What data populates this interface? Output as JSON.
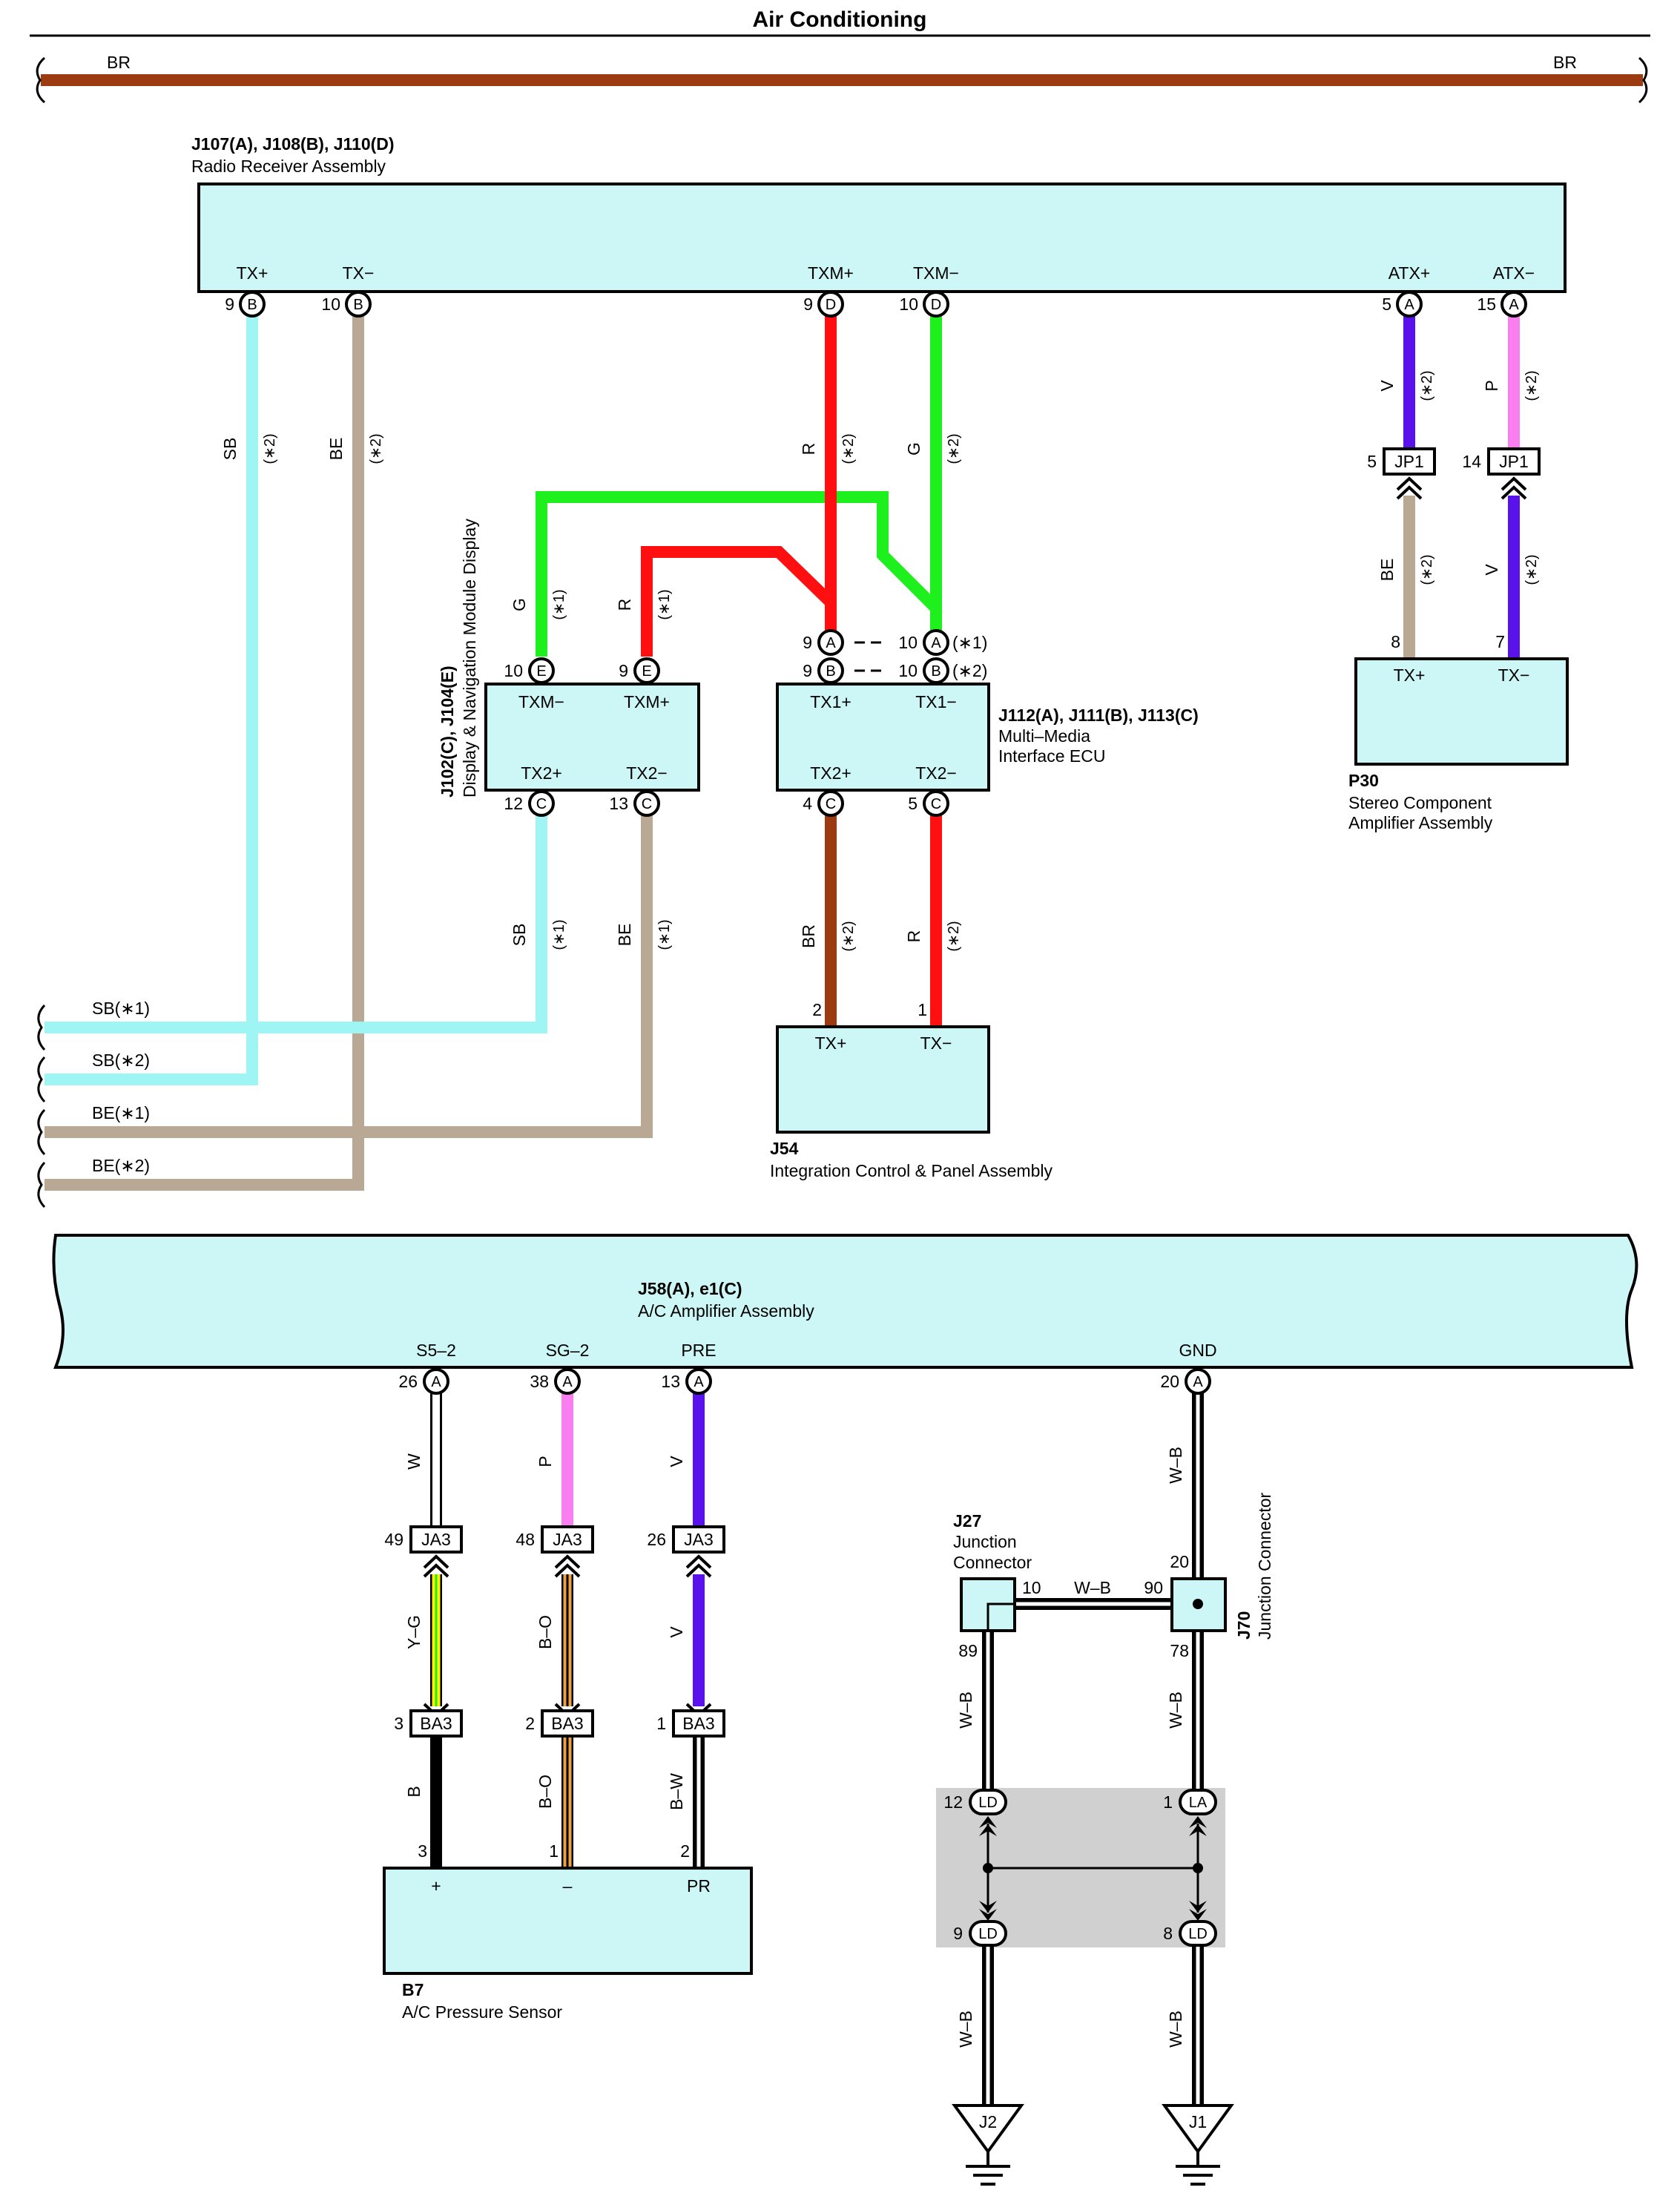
{
  "title": "Air Conditioning",
  "top_bus": {
    "left_label": "BR",
    "right_label": "BR"
  },
  "radio": {
    "id": "J107(A), J108(B), J110(D)",
    "name": "Radio Receiver Assembly",
    "pins": {
      "txp": {
        "label": "TX+",
        "num": "9",
        "conn": "B"
      },
      "txm": {
        "label": "TX−",
        "num": "10",
        "conn": "B"
      },
      "txmp": {
        "label": "TXM+",
        "num": "9",
        "conn": "D"
      },
      "txmm": {
        "label": "TXM−",
        "num": "10",
        "conn": "D"
      },
      "atxp": {
        "label": "ATX+",
        "num": "5",
        "conn": "A"
      },
      "atxm": {
        "label": "ATX−",
        "num": "15",
        "conn": "A"
      }
    }
  },
  "display": {
    "id": "J102(C), J104(E)",
    "name": "Display & Navigation Module Display",
    "pins": {
      "txmm": {
        "label": "TXM−",
        "num": "10",
        "conn": "E"
      },
      "txmp": {
        "label": "TXM+",
        "num": "9",
        "conn": "E"
      },
      "tx2p": {
        "label": "TX2+",
        "num": "12",
        "conn": "C"
      },
      "tx2m": {
        "label": "TX2−",
        "num": "13",
        "conn": "C"
      }
    }
  },
  "mmi": {
    "id": "J112(A), J111(B), J113(C)",
    "name_line1": "Multi–Media",
    "name_line2": "Interface ECU",
    "pins": {
      "a9": {
        "num": "9",
        "conn": "A"
      },
      "a10": {
        "num": "10",
        "conn": "A",
        "note": "(∗1)"
      },
      "b9": {
        "num": "9",
        "conn": "B"
      },
      "b10": {
        "num": "10",
        "conn": "B",
        "note": "(∗2)"
      },
      "tx1p": {
        "label": "TX1+"
      },
      "tx1m": {
        "label": "TX1−"
      },
      "tx2p": {
        "label": "TX2+",
        "num": "4",
        "conn": "C"
      },
      "tx2m": {
        "label": "TX2−",
        "num": "5",
        "conn": "C"
      }
    }
  },
  "amp": {
    "id": "P30",
    "name_line1": "Stereo Component",
    "name_line2": "Amplifier Assembly",
    "pins": {
      "txp": {
        "label": "TX+",
        "num": "8"
      },
      "txm": {
        "label": "TX−",
        "num": "7"
      }
    }
  },
  "jp1": {
    "label": "JP1",
    "pin_left": "5",
    "pin_right": "14"
  },
  "panel": {
    "id": "J54",
    "name": "Integration Control & Panel Assembly",
    "pins": {
      "txp": {
        "label": "TX+",
        "num": "2"
      },
      "txm": {
        "label": "TX−",
        "num": "1"
      }
    }
  },
  "left_bus": [
    {
      "label": "SB(∗1)"
    },
    {
      "label": "SB(∗2)"
    },
    {
      "label": "BE(∗1)"
    },
    {
      "label": "BE(∗2)"
    }
  ],
  "wires": {
    "sb2": {
      "color": "SB",
      "note": "(∗2)"
    },
    "be2": {
      "color": "BE",
      "note": "(∗2)"
    },
    "r2": {
      "color": "R",
      "note": "(∗2)"
    },
    "g2": {
      "color": "G",
      "note": "(∗2)"
    },
    "v2": {
      "color": "V",
      "note": "(∗2)"
    },
    "p2": {
      "color": "P",
      "note": "(∗2)"
    },
    "be2b": {
      "color": "BE",
      "note": "(∗2)"
    },
    "v2b": {
      "color": "V",
      "note": "(∗2)"
    },
    "g1": {
      "color": "G",
      "note": "(∗1)"
    },
    "r1": {
      "color": "R",
      "note": "(∗1)"
    },
    "sb1": {
      "color": "SB",
      "note": "(∗1)"
    },
    "be1": {
      "color": "BE",
      "note": "(∗1)"
    },
    "br2": {
      "color": "BR",
      "note": "(∗2)"
    },
    "r2b": {
      "color": "R",
      "note": "(∗2)"
    },
    "w": {
      "color": "W"
    },
    "p": {
      "color": "P"
    },
    "v": {
      "color": "V"
    },
    "yg": {
      "color": "Y–G"
    },
    "bo": {
      "color": "B–O"
    },
    "v_b": {
      "color": "V"
    },
    "b": {
      "color": "B"
    },
    "bo_b": {
      "color": "B–O"
    },
    "bw": {
      "color": "B–W"
    },
    "wb_top": {
      "color": "W–B"
    },
    "wb_h": {
      "color": "W–B"
    },
    "wb_l": {
      "color": "W–B"
    },
    "wb_r": {
      "color": "W–B"
    },
    "wb_l2": {
      "color": "W–B"
    },
    "wb_r2": {
      "color": "W–B"
    }
  },
  "ac_amp": {
    "id": "J58(A), e1(C)",
    "name": "A/C Amplifier Assembly",
    "pins": {
      "s52": {
        "label": "S5–2",
        "num": "26",
        "conn": "A"
      },
      "sg2": {
        "label": "SG–2",
        "num": "38",
        "conn": "A"
      },
      "pre": {
        "label": "PRE",
        "num": "13",
        "conn": "A"
      },
      "gnd": {
        "label": "GND",
        "num": "20",
        "conn": "A"
      }
    }
  },
  "ja3": {
    "label": "JA3",
    "pins": [
      "49",
      "48",
      "26"
    ]
  },
  "ba3": {
    "label": "BA3",
    "pins": [
      "3",
      "2",
      "1"
    ]
  },
  "sensor": {
    "id": "B7",
    "name": "A/C Pressure Sensor",
    "pins": {
      "plus": {
        "label": "+",
        "num": "3"
      },
      "minus": {
        "label": "–",
        "num": "1"
      },
      "pr": {
        "label": "PR",
        "num": "2"
      }
    }
  },
  "j27": {
    "id": "J27",
    "name_line1": "Junction",
    "name_line2": "Connector",
    "pin_top": "10",
    "pin_bottom": "89"
  },
  "j70": {
    "id": "J70",
    "name": "Junction Connector",
    "pin_top": "20",
    "pin_left": "90",
    "pin_bottom": "78"
  },
  "ld_block": {
    "tl": {
      "num": "12",
      "conn": "LD"
    },
    "tr": {
      "num": "1",
      "conn": "LA"
    },
    "bl": {
      "num": "9",
      "conn": "LD"
    },
    "br": {
      "num": "8",
      "conn": "LD"
    }
  },
  "grounds": {
    "left": "J2",
    "right": "J1"
  },
  "colors": {
    "BR": "#9c3a12",
    "SB": "#9ff4f4",
    "BE": "#b9a893",
    "R": "#ff0f0f",
    "G": "#1ef01e",
    "V": "#5a12ea",
    "P": "#fb7ef0",
    "box": "#cdf6f6"
  }
}
